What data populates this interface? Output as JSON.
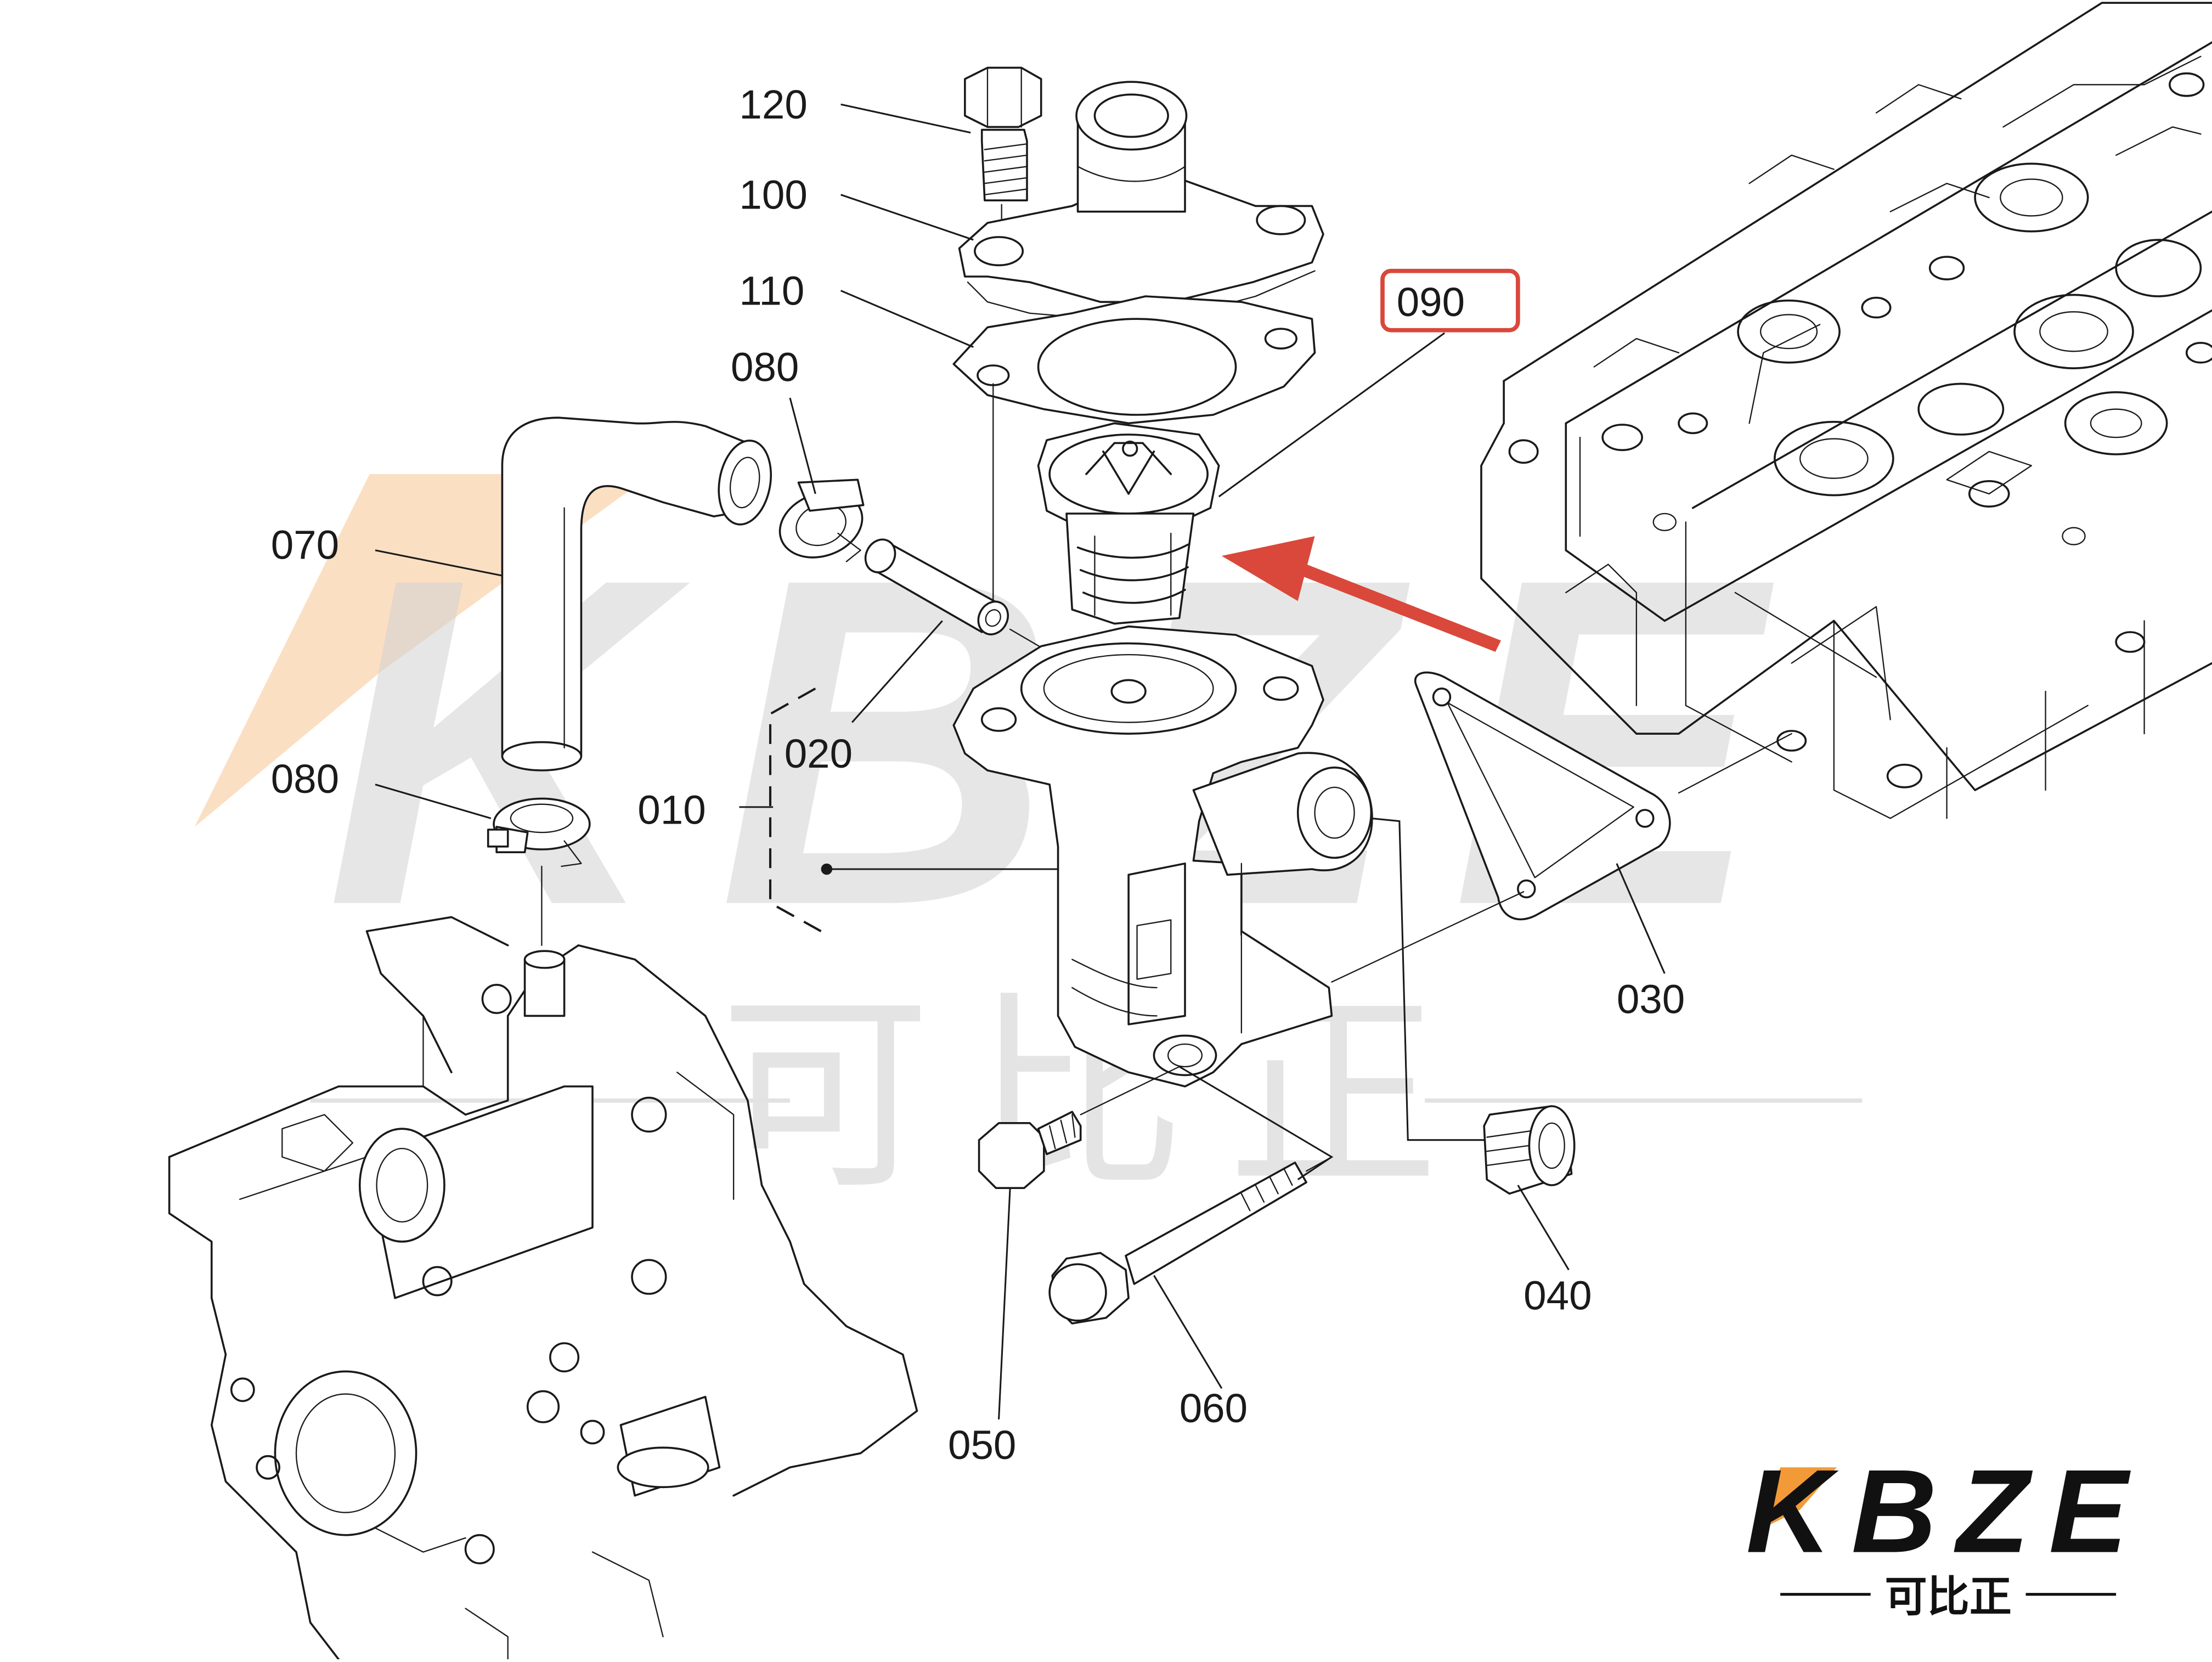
{
  "diagram": {
    "highlighted_part": "090",
    "colors": {
      "line": "#1a1a1a",
      "highlight": "#d9483b",
      "arrow": "#d9483b",
      "watermark_gray": "#d2d2d2",
      "watermark_orange": "#f6b77a"
    },
    "callouts": {
      "p120": "120",
      "p100": "100",
      "p110": "110",
      "p090": "090",
      "p080a": "080",
      "p070": "070",
      "p080b": "080",
      "p020": "020",
      "p010": "010",
      "p030": "030",
      "p040": "040",
      "p050": "050",
      "p060": "060"
    }
  },
  "watermark": {
    "latin": "KBZE",
    "cjk": "可比正"
  },
  "logo": {
    "latin": "KBZE",
    "cjk": "可比正"
  }
}
